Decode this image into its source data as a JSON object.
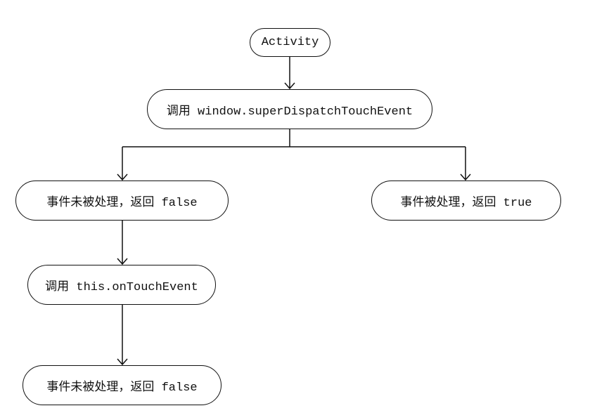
{
  "nodes": {
    "activity": "Activity",
    "dispatch": "调用 window.superDispatchTouchEvent",
    "not_handled_1": "事件未被处理，返回 false",
    "handled": "事件被处理，返回 true",
    "on_touch": "调用 this.onTouchEvent",
    "not_handled_2": "事件未被处理，返回 false"
  }
}
